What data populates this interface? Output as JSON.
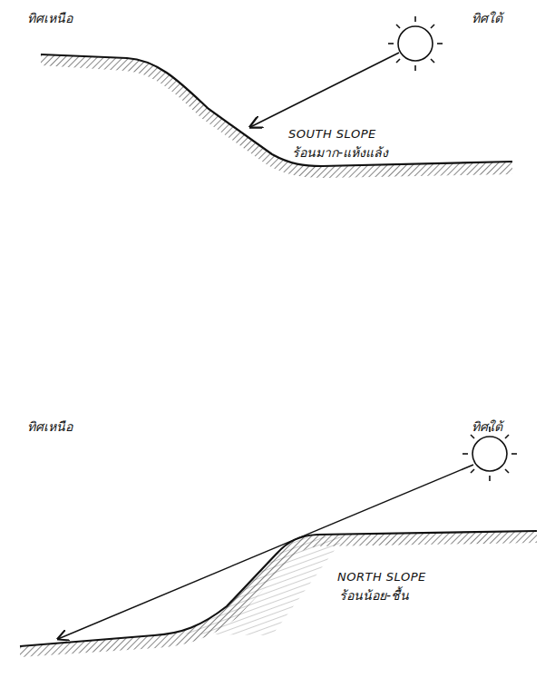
{
  "diagram": {
    "labels": [
      "ทิศเหนือ",
      "ทิศใต้",
      "SOUTH SLOPE",
      "ร้อนมาก-แห้งแล้ง",
      "ทิศเหนือ",
      "ทิศใต้",
      "NORTH SLOPE",
      "ร้อนน้อย-ชื้น"
    ]
  }
}
